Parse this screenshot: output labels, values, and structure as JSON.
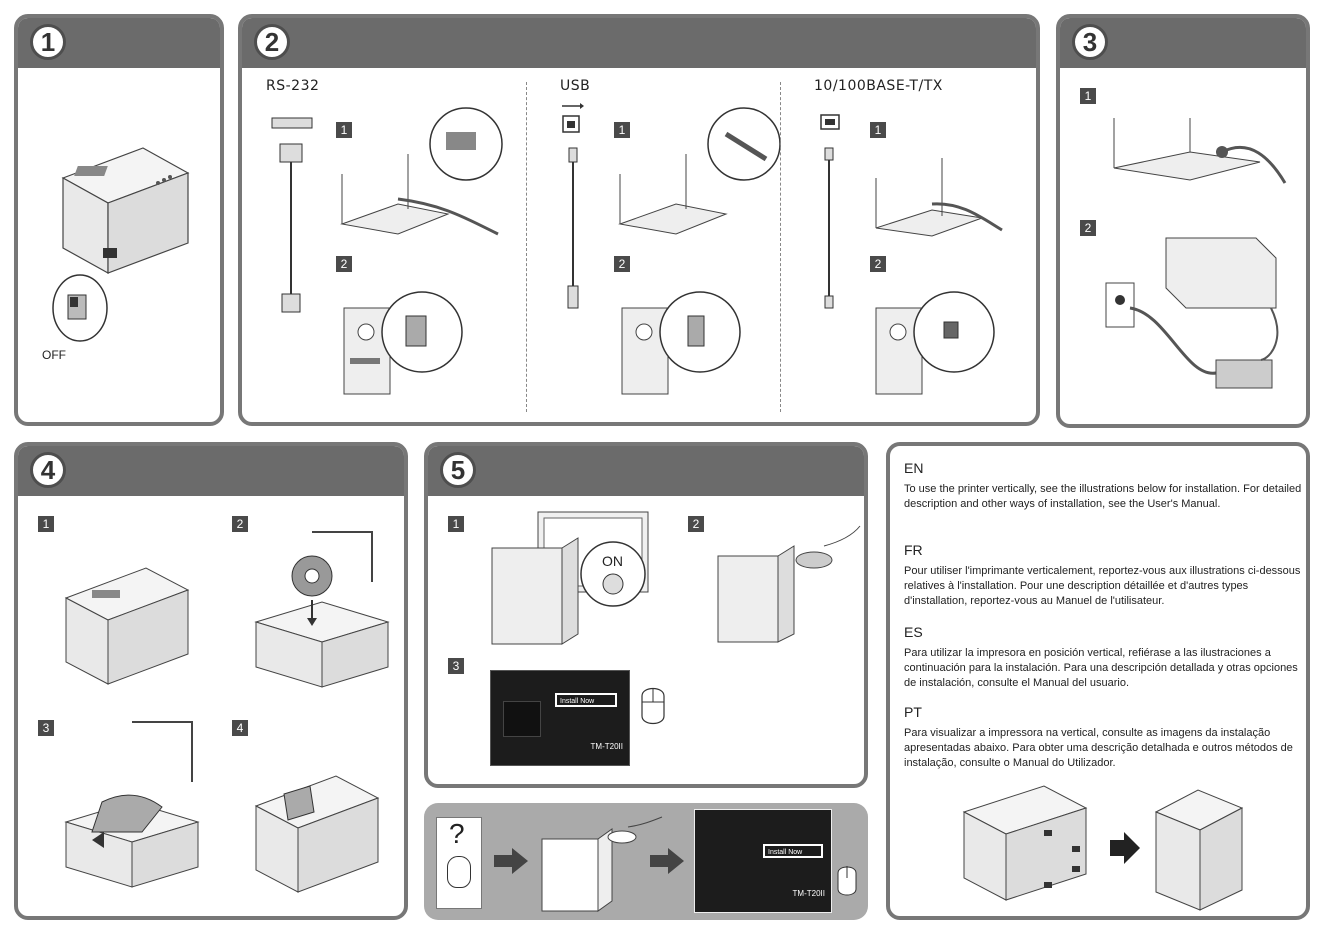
{
  "panels": {
    "p1": {
      "badge": "1",
      "off_label": "OFF"
    },
    "p2": {
      "badge": "2",
      "columns": [
        {
          "title": "RS-232",
          "steps": [
            "1",
            "2"
          ]
        },
        {
          "title": "USB",
          "steps": [
            "1",
            "2"
          ]
        },
        {
          "title": "10/100BASE-T/TX",
          "steps": [
            "1",
            "2"
          ]
        }
      ]
    },
    "p3": {
      "badge": "3",
      "steps": [
        "1",
        "2"
      ]
    },
    "p4": {
      "badge": "4",
      "steps": [
        "1",
        "2",
        "3",
        "4"
      ]
    },
    "p5": {
      "badge": "5",
      "steps": [
        "1",
        "2",
        "3"
      ],
      "on_label": "ON",
      "install_now": "Install Now",
      "model": "TM-T20II"
    }
  },
  "text_panel": {
    "sections": [
      {
        "lang": "EN",
        "text": "To use the printer vertically, see the illustrations below for installation. For detailed description and other ways of installation, see the User's Manual."
      },
      {
        "lang": "FR",
        "text": "Pour utiliser l'imprimante verticalement, reportez-vous aux illustrations ci-dessous relatives à l'installation. Pour une description détaillée et d'autres types d'installation, reportez-vous au Manuel de l'utilisateur."
      },
      {
        "lang": "ES",
        "text": "Para utilizar la impresora en posición vertical, refiérase a las ilustraciones a continuación para la instalación. Para una descripción detallada y otras opciones de instalación, consulte el Manual del usuario."
      },
      {
        "lang": "PT",
        "text": "Para visualizar a impressora na vertical, consulte as imagens da instalação apresentadas abaixo. Para obter uma descrição detalhada e outros métodos de instalação, consulte o Manual do Utilizador."
      }
    ]
  },
  "trouble": {
    "question_mark": "?",
    "install_now": "Install Now",
    "model": "TM-T20II"
  }
}
